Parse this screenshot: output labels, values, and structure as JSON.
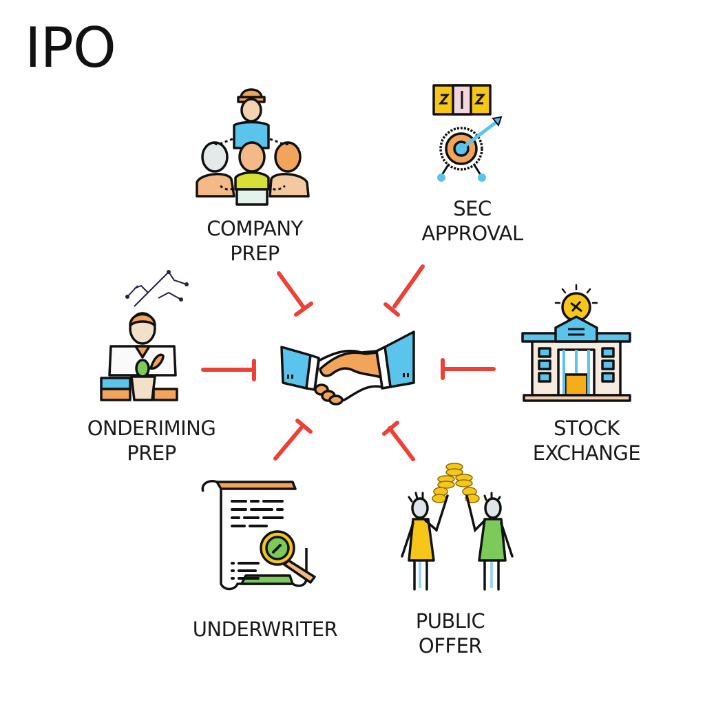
{
  "title": "IPO",
  "center": {
    "icon": "handshake-icon"
  },
  "nodes": [
    {
      "id": "company-prep",
      "icon": "team-icon",
      "lines": [
        "COMPANY",
        "PREP"
      ]
    },
    {
      "id": "sec-approval",
      "icon": "target-approval-icon",
      "lines": [
        "SEC",
        "APPROVAL"
      ]
    },
    {
      "id": "ondeRiming-prep",
      "icon": "analyst-icon",
      "lines": [
        "ONDERIMING",
        "PREP"
      ]
    },
    {
      "id": "stock-exchange",
      "icon": "exchange-building-icon",
      "lines": [
        "STOCK",
        "EXCHANGE"
      ]
    },
    {
      "id": "underwriter",
      "icon": "document-magnifier-icon",
      "lines": [
        "UNDERWRITER"
      ]
    },
    {
      "id": "public-offer",
      "icon": "investors-coins-icon",
      "lines": [
        "PUBLIC",
        "OFFER"
      ]
    }
  ],
  "connectors": [
    {
      "from": "company-prep",
      "to": "center",
      "style": "inhibit"
    },
    {
      "from": "sec-approval",
      "to": "center",
      "style": "inhibit"
    },
    {
      "from": "ondeRiming-prep",
      "to": "center",
      "style": "inhibit"
    },
    {
      "from": "stock-exchange",
      "to": "center",
      "style": "inhibit"
    },
    {
      "from": "underwriter",
      "to": "center",
      "style": "inhibit"
    },
    {
      "from": "public-offer",
      "to": "center",
      "style": "inhibit"
    }
  ],
  "colors": {
    "connector": "#ef4036",
    "blue": "#5bc4ec",
    "orange": "#f2a45a",
    "yellow": "#f6c619",
    "green": "#7ccb5a",
    "outline": "#111111"
  }
}
